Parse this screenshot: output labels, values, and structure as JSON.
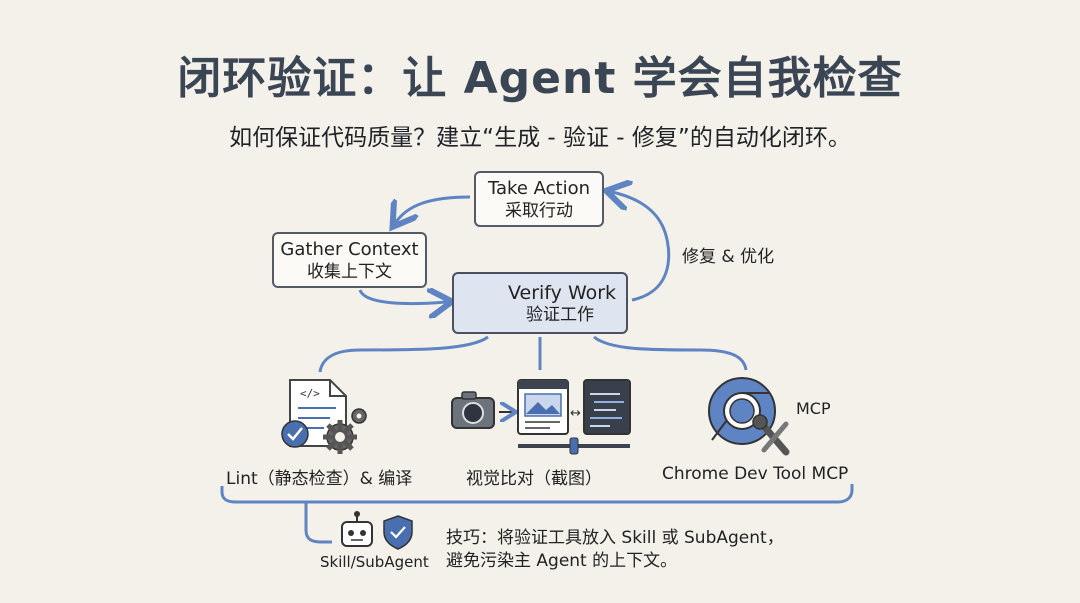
{
  "title": "闭环验证：让 Agent 学会自我检查",
  "subtitle": "如何保证代码质量？建立“生成 - 验证 - 修复”的自动化闭环。",
  "nodes": {
    "take_action": {
      "en": "Take Action",
      "zh": "采取行动"
    },
    "gather_context": {
      "en": "Gather Context",
      "zh": "收集上下文"
    },
    "verify_work": {
      "en": "Verify Work",
      "zh": "验证工作"
    }
  },
  "loop_label": "修复 & 优化",
  "tools": {
    "lint": "Lint（静态检查）& 编译",
    "visual": "视觉比对（截图）",
    "chrome": "Chrome Dev Tool MCP",
    "mcp_badge": "MCP"
  },
  "skill_label": "Skill/SubAgent",
  "tip": {
    "line1": "技巧：将验证工具放入 Skill 或 SubAgent，",
    "line2": "避免污染主 Agent 的上下文。"
  },
  "icons": [
    "document-code-icon",
    "check-circle-icon",
    "gear-icon",
    "camera-icon",
    "image-window-icon",
    "code-window-icon",
    "slider-icon",
    "chrome-icon",
    "wrench-icon",
    "robot-icon",
    "shield-check-icon",
    "magnifier-icon"
  ],
  "colors": {
    "accent_blue": "#5f84c4",
    "node_border": "#555b66",
    "verify_fill": "#dfe5f0"
  }
}
